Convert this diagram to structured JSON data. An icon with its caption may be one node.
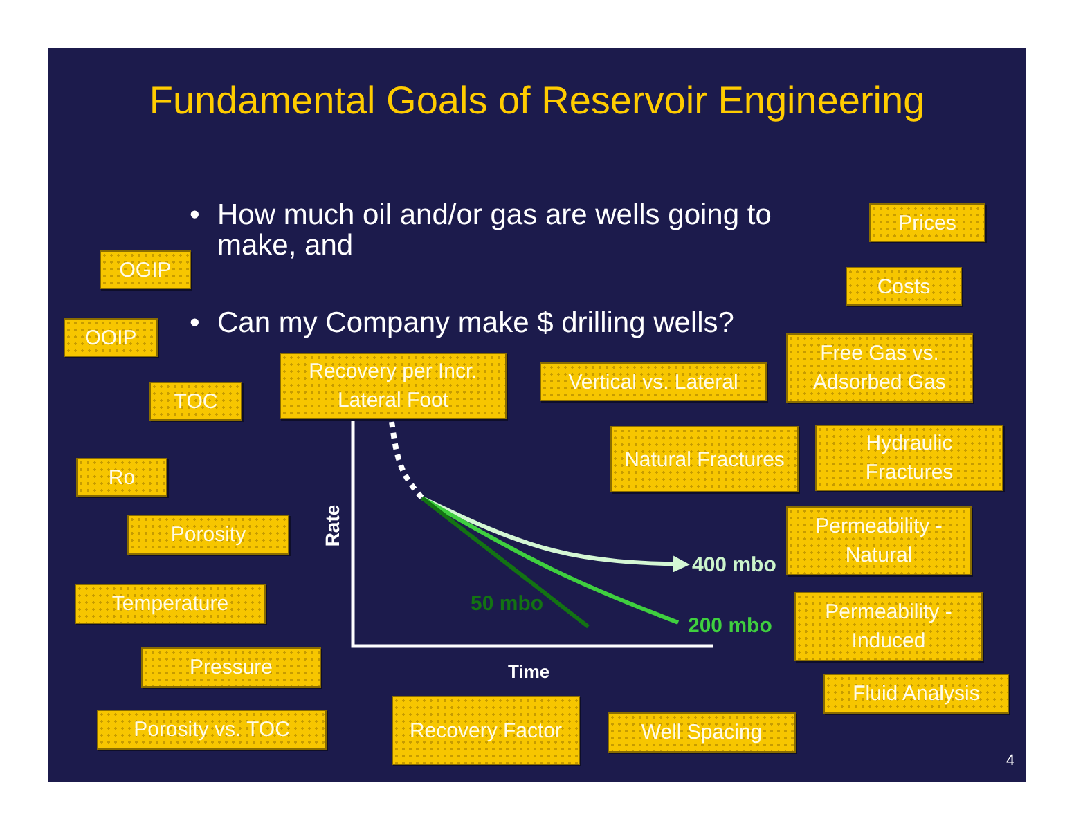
{
  "diagram": {
    "title": "Fundamental Goals of Reservoir Engineering",
    "nodes": [
      {
        "text": [
          "Prices"
        ]
      },
      {
        "text": [
          "Costs"
        ]
      },
      {
        "text": [
          "OGIP"
        ]
      },
      {
        "text": [
          "OOIP"
        ]
      },
      {
        "text": [
          "TOC"
        ]
      },
      {
        "text": [
          "Recovery per Incr. Lateral Foot"
        ]
      },
      {
        "text": [
          "Vertical vs. Lateral"
        ]
      },
      {
        "text": [
          "Free Gas vs. Adsorbed Gas"
        ]
      },
      {
        "text": [
          "Natural Fractures"
        ]
      },
      {
        "text": [
          "Hydraulic Fractures"
        ]
      },
      {
        "text": [
          "Ro"
        ]
      },
      {
        "text": [
          "Porosity"
        ]
      },
      {
        "text": [
          "Permeability - Natural"
        ]
      },
      {
        "text": [
          "Temperature"
        ]
      },
      {
        "text": [
          "Permeability - Induced"
        ]
      },
      {
        "text": [
          "Pressure"
        ]
      },
      {
        "text": [
          "Fluid Analysis"
        ]
      },
      {
        "text": [
          "Porosity vs. TOC"
        ]
      },
      {
        "text": [
          "Recovery Factor"
        ]
      },
      {
        "text": [
          "Well Spacing"
        ]
      }
    ],
    "labels": [
      "•",
      "How much oil and/or gas are wells going to make, and",
      "•",
      "Can my Company make $ drilling wells?",
      "Rate",
      "Time",
      "400 mbo",
      "50 mbo",
      "200 mbo",
      "4"
    ]
  }
}
